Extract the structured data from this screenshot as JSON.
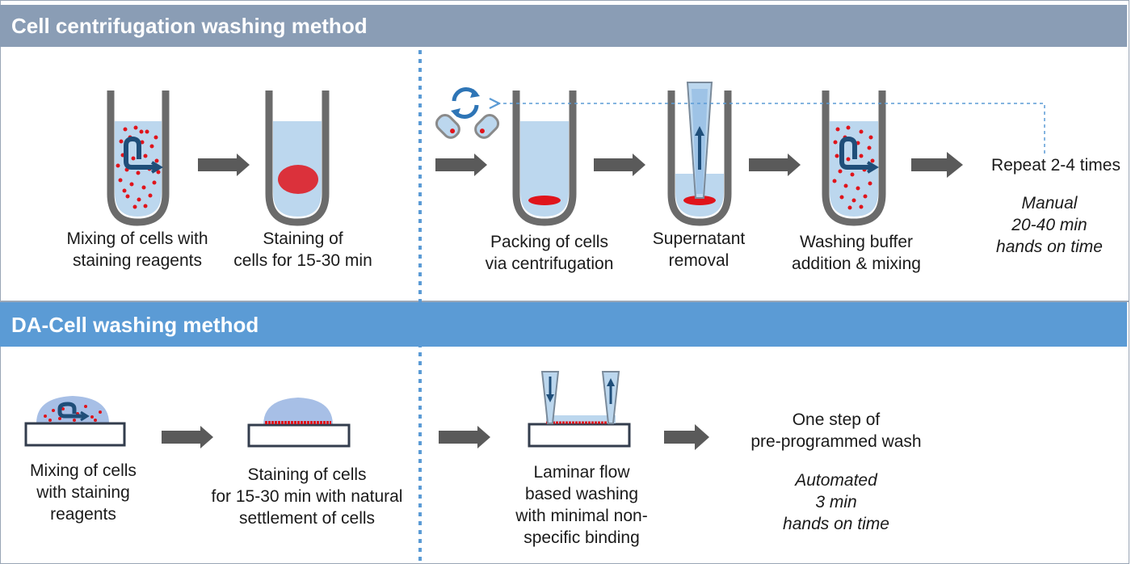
{
  "top_section": {
    "title": "Cell centrifugation washing method",
    "steps": [
      {
        "line1": "Mixing of cells with",
        "line2": "staining reagents"
      },
      {
        "line1": "Staining of",
        "line2": "cells for 15-30 min"
      },
      {
        "line1": "Packing  of cells",
        "line2": "via centrifugation"
      },
      {
        "line1": "Supernatant",
        "line2": "removal"
      },
      {
        "line1": "Washing buffer",
        "line2": "addition & mixing"
      }
    ],
    "repeat": "Repeat 2-4 times",
    "mode": "Manual",
    "duration": "20-40 min",
    "hands": "hands on time"
  },
  "bottom_section": {
    "title": "DA-Cell  washing method",
    "steps": [
      {
        "line1": "Mixing of cells",
        "line2": "with staining",
        "line3": "reagents"
      },
      {
        "line1": "Staining of cells",
        "line2": "for 15-30 min with natural",
        "line3": "settlement of cells"
      },
      {
        "line1": "Laminar flow",
        "line2": "based washing",
        "line3": "with minimal non-",
        "line4": "specific binding"
      }
    ],
    "result_line1": "One step of",
    "result_line2": "pre-programmed wash",
    "mode": "Automated",
    "duration": "3 min",
    "hands": "hands on time"
  },
  "colors": {
    "top_band": "#8a9db5",
    "bottom_band": "#5b9bd5",
    "liquid": "#bcd7ee",
    "tube": "#6b6b6b",
    "cells": "#e0141b",
    "arrow": "#5a5a5a",
    "mix_arrow": "#1f4e79",
    "divider": "#5b9bd5"
  }
}
